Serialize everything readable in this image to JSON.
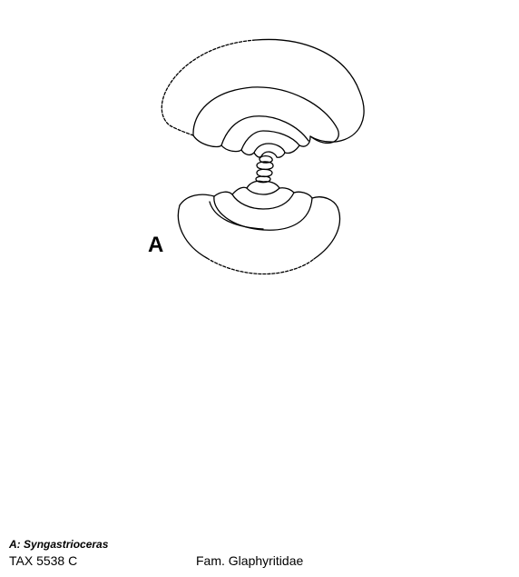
{
  "figure": {
    "panel_label": "A",
    "stroke_color": "#000000"
  },
  "caption": {
    "panel_prefix": "A:",
    "genus": "Syngastrioceras",
    "specimen": "TAX 5538 C",
    "family": "Fam. Glaphyritidae"
  }
}
